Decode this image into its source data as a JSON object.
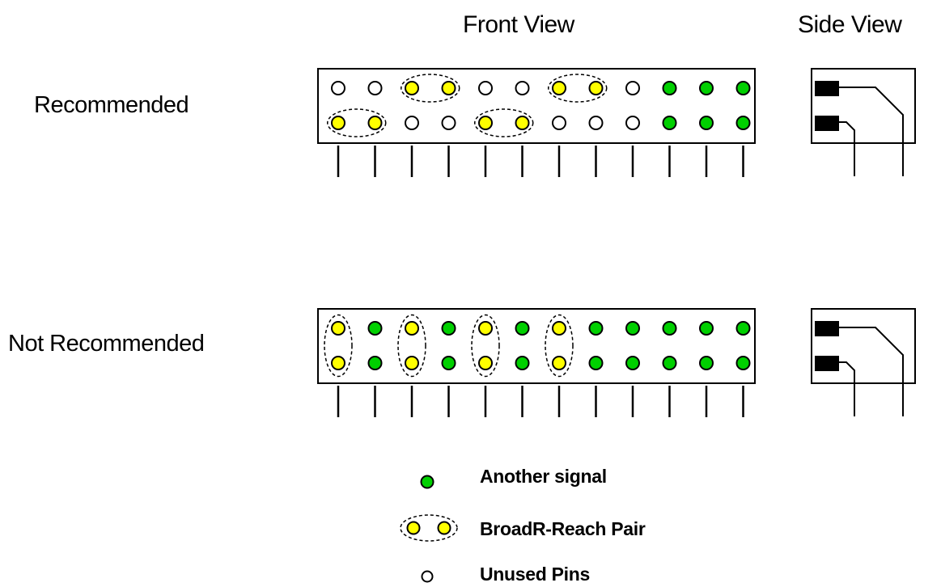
{
  "headings": {
    "front_view": "Front View",
    "side_view": "Side View"
  },
  "rows": [
    {
      "label": "Recommended",
      "top_pins": [
        "unused",
        "unused",
        "pair",
        "pair",
        "unused",
        "unused",
        "pair",
        "pair",
        "unused",
        "signal",
        "signal",
        "signal"
      ],
      "bottom_pins": [
        "pair",
        "pair",
        "unused",
        "unused",
        "pair",
        "pair",
        "unused",
        "unused",
        "unused",
        "signal",
        "signal",
        "signal"
      ],
      "pair_groups": [
        {
          "orientation": "horizontal",
          "row": "top",
          "columns": [
            2,
            3
          ]
        },
        {
          "orientation": "horizontal",
          "row": "top",
          "columns": [
            6,
            7
          ]
        },
        {
          "orientation": "horizontal",
          "row": "bottom",
          "columns": [
            0,
            1
          ]
        },
        {
          "orientation": "horizontal",
          "row": "bottom",
          "columns": [
            4,
            5
          ]
        }
      ]
    },
    {
      "label": "Not Recommended",
      "top_pins": [
        "pair",
        "signal",
        "pair",
        "signal",
        "pair",
        "signal",
        "pair",
        "signal",
        "signal",
        "signal",
        "signal",
        "signal"
      ],
      "bottom_pins": [
        "pair",
        "signal",
        "pair",
        "signal",
        "pair",
        "signal",
        "pair",
        "signal",
        "signal",
        "signal",
        "signal",
        "signal"
      ],
      "pair_groups": [
        {
          "orientation": "vertical",
          "columns": [
            0
          ]
        },
        {
          "orientation": "vertical",
          "columns": [
            2
          ]
        },
        {
          "orientation": "vertical",
          "columns": [
            4
          ]
        },
        {
          "orientation": "vertical",
          "columns": [
            6
          ]
        }
      ]
    }
  ],
  "legend": {
    "signal_label": "Another signal",
    "pair_label": "BroadR-Reach Pair",
    "unused_label": "Unused Pins"
  },
  "colors": {
    "signal": "#00d000",
    "pair": "#ffff00",
    "unused": "#ffffff",
    "stroke": "#000000"
  }
}
